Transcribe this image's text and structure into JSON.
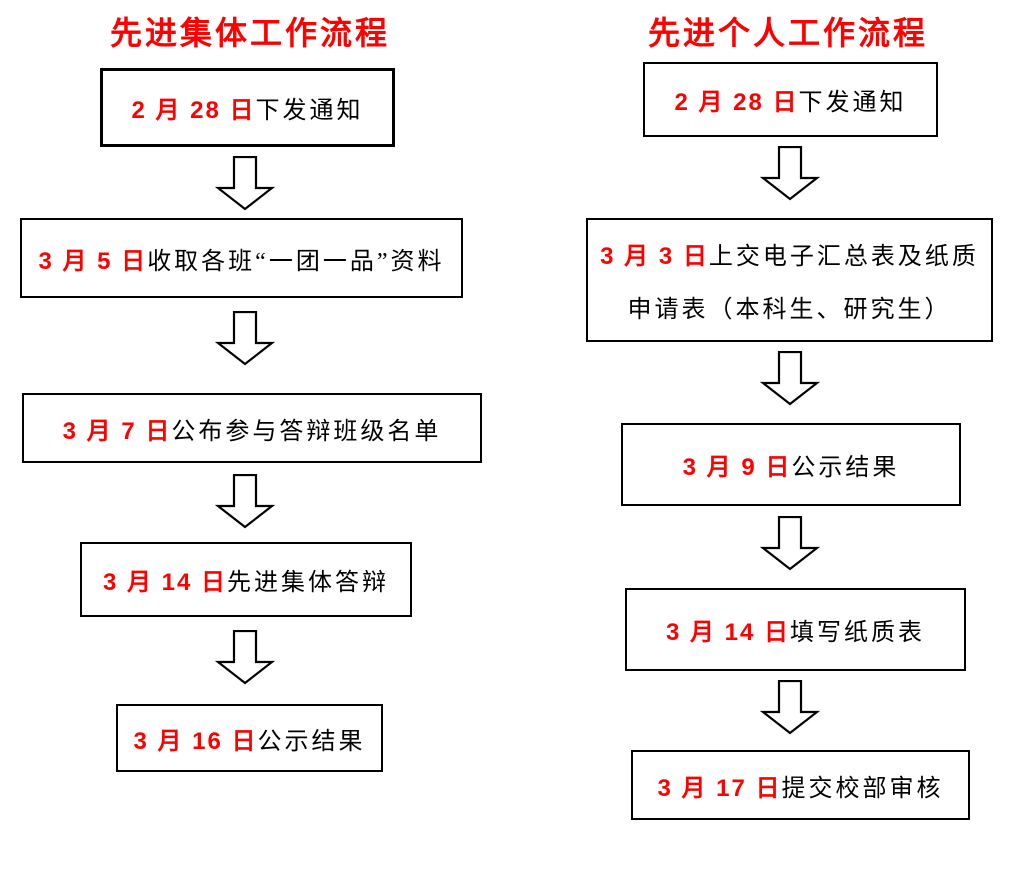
{
  "colors": {
    "accent_red": "#ff0000",
    "text_black": "#000000",
    "box_border": "#000000",
    "background": "#ffffff"
  },
  "left_flow": {
    "title": "先进集体工作流程",
    "steps": [
      {
        "date": "2 月 28 日",
        "text": "下发通知"
      },
      {
        "date": "3 月 5 日",
        "text": "收取各班“一团一品”资料"
      },
      {
        "date": "3 月 7 日",
        "text": "公布参与答辩班级名单"
      },
      {
        "date": "3 月 14 日",
        "text": "先进集体答辩"
      },
      {
        "date": "3 月 16 日",
        "text": "公示结果"
      }
    ]
  },
  "right_flow": {
    "title": "先进个人工作流程",
    "steps": [
      {
        "date": "2 月 28 日",
        "text": "下发通知"
      },
      {
        "date": "3 月 3 日",
        "text": "上交电子汇总表及纸质",
        "text2": "申请表（本科生、研究生）"
      },
      {
        "date": "3 月 9 日",
        "text": "公示结果"
      },
      {
        "date": "3 月 14 日",
        "text": "填写纸质表"
      },
      {
        "date": "3 月 17 日",
        "text": "提交校部审核"
      }
    ]
  }
}
